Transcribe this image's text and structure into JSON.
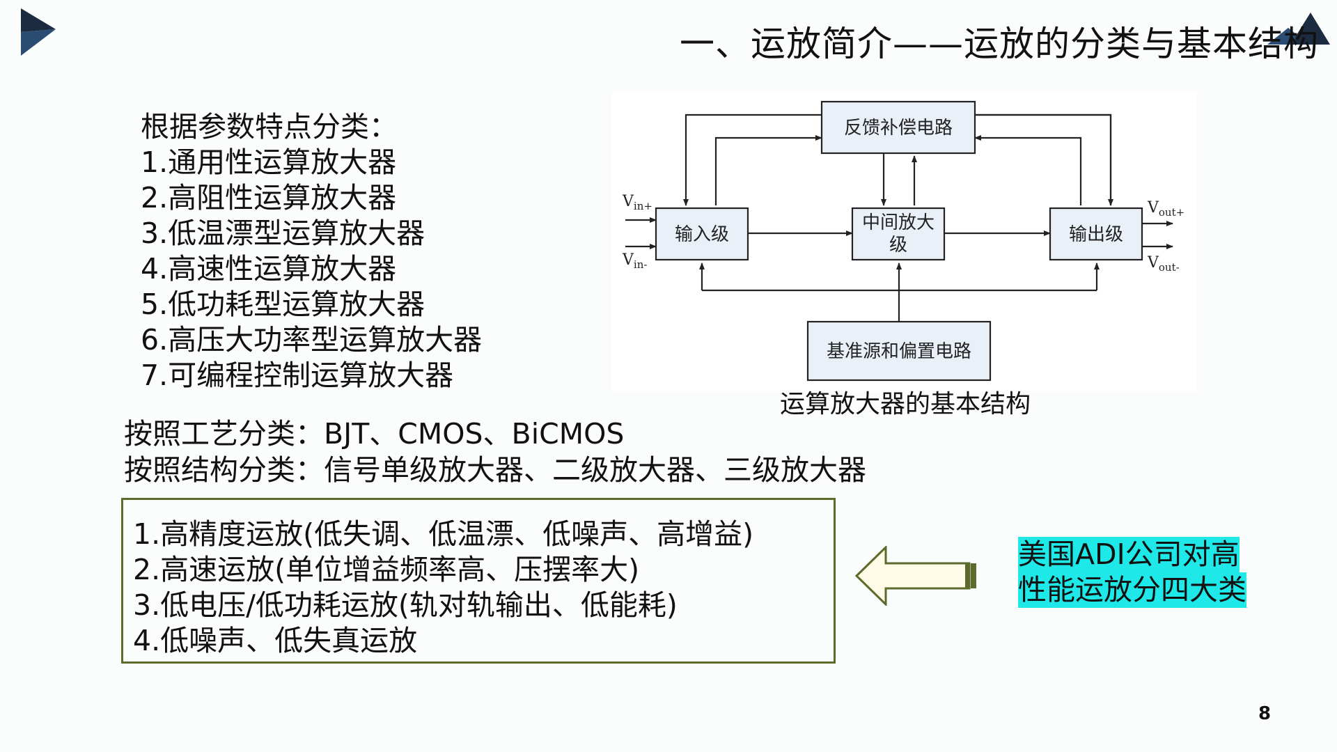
{
  "slide": {
    "title": "一、运放简介——运放的分类与基本结构",
    "page_number": "8",
    "colors": {
      "accent_dark": "#1c2b40",
      "accent_blue": "#2b4d74",
      "highlight": "#1fe8e8",
      "box_border": "#5c6a2c",
      "arrow_fill": "#fffbe6"
    }
  },
  "classification": {
    "heading": "根据参数特点分类：",
    "items": [
      "1.通用性运算放大器",
      "2.高阻性运算放大器",
      "3.低温漂型运算放大器",
      "4.高速性运算放大器",
      "5.低功耗型运算放大器",
      "6.高压大功率型运算放大器",
      "7.可编程控制运算放大器"
    ]
  },
  "diagram": {
    "blocks": {
      "feedback": "反馈补偿电路",
      "input": "输入级",
      "middle_line1": "中间放大",
      "middle_line2": "级",
      "output": "输出级",
      "bias": "基准源和偏置电路"
    },
    "terminals": {
      "vin_plus": {
        "base": "V",
        "sub": "in+"
      },
      "vin_minus": {
        "base": "V",
        "sub": "in-"
      },
      "vout_plus": {
        "base": "V",
        "sub": "out+"
      },
      "vout_minus": {
        "base": "V",
        "sub": "out-"
      }
    },
    "caption": "运算放大器的基本结构"
  },
  "process_line": "按照工艺分类：BJT、CMOS、BiCMOS",
  "structure_line": "按照结构分类：信号单级放大器、二级放大器、三级放大器",
  "adi_box": {
    "items": [
      "1.高精度运放(低失调、低温漂、低噪声、高增益)",
      "2.高速运放(单位增益频率高、压摆率大)",
      "3.低电压/低功耗运放(轨对轨输出、低能耗)",
      "4.低噪声、低失真运放"
    ]
  },
  "adi_label": {
    "line1": "美国ADI公司对高",
    "line2": "性能运放分四大类"
  },
  "icons": {
    "left_logo": "play-triangle-logo-icon",
    "right_logo": "mountain-logo-icon",
    "arrow": "left-arrow-icon"
  }
}
